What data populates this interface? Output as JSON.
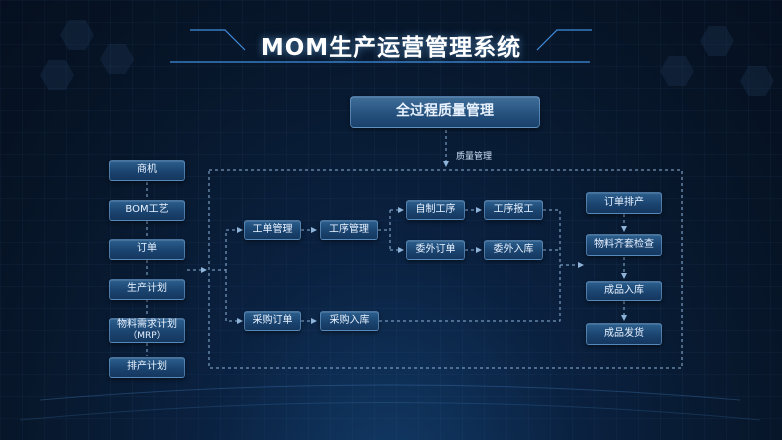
{
  "title": "MOM生产运营管理系统",
  "top_box": "全过程质量管理",
  "edge_label": "质量管理",
  "left_column": [
    "商机",
    "BOM工艺",
    "订单",
    "生产计划",
    "物料需求计划",
    "排产计划"
  ],
  "mrp_sub": "（MRP）",
  "middle": {
    "work_order": "工单管理",
    "process_mgmt": "工序管理",
    "self_process": "自制工序",
    "process_report": "工序报工",
    "outsource_order": "委外订单",
    "outsource_in": "委外入库",
    "purchase_order": "采购订单",
    "purchase_in": "采购入库"
  },
  "right_column": [
    "订单排产",
    "物料齐套检查",
    "成品入库",
    "成品发货"
  ]
}
